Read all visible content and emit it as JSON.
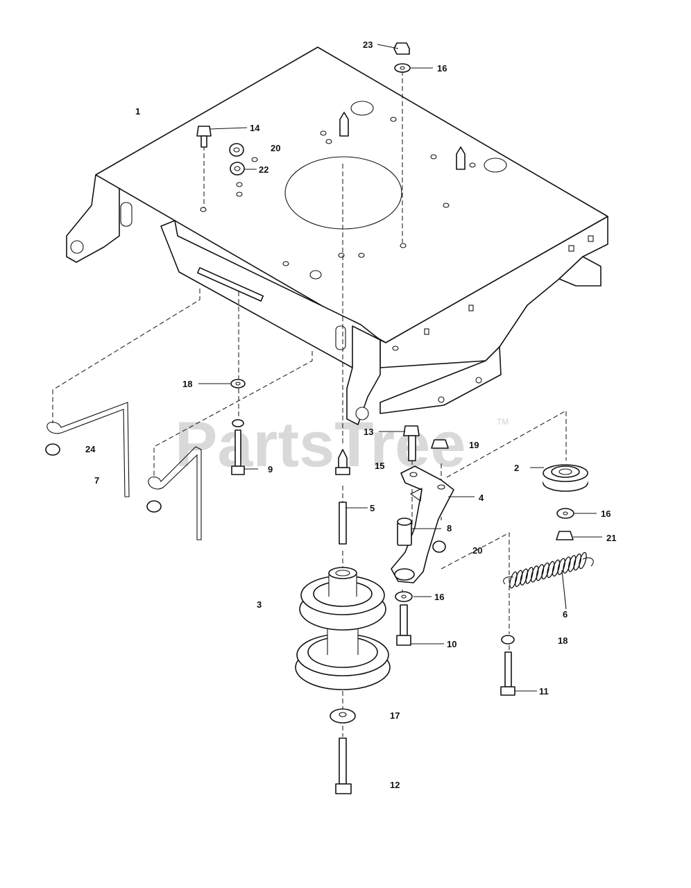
{
  "watermark": {
    "text": "PartsTree",
    "trademark": "TM"
  },
  "callouts": {
    "c1": "1",
    "c2": "2",
    "c3": "3",
    "c4": "4",
    "c5": "5",
    "c6": "6",
    "c7": "7",
    "c8": "8",
    "c9": "9",
    "c10": "10",
    "c11": "11",
    "c12": "12",
    "c13": "13",
    "c14": "14",
    "c15": "15",
    "c16a": "16",
    "c16b": "16",
    "c16c": "16",
    "c17": "17",
    "c18a": "18",
    "c18b": "18",
    "c19": "19",
    "c20a": "20",
    "c20b": "20",
    "c21": "21",
    "c22": "22",
    "c23": "23",
    "c24": "24"
  }
}
